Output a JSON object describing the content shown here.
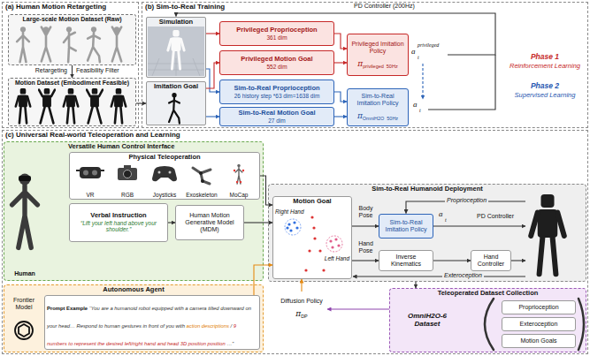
{
  "diagram": {
    "nodes": [
      {
        "text": [
          "(a) Human Motion Retargeting"
        ]
      },
      {
        "text": [
          "Large-scale Motion Dataset (Raw)"
        ],
        "in": 0
      },
      {
        "text": [
          "Motion Dataset (Embodiment Feasible)"
        ],
        "in": 0
      },
      {
        "text": [
          "(b) Sim-to-Real Training"
        ]
      },
      {
        "text": [
          "Simulation"
        ],
        "in": 3
      },
      {
        "text": [
          "Imitation Goal"
        ],
        "in": 3
      },
      {
        "text": [
          "Privileged Proprioception",
          "361 dim"
        ],
        "in": 3
      },
      {
        "text": [
          "Privileged Motion Goal",
          "552 dim"
        ],
        "in": 3
      },
      {
        "text": [
          "Privileged Imitation Policy",
          "π",
          "privileged",
          "50Hz"
        ],
        "in": 3
      },
      {
        "text": [
          "Sim-to-Real Proprioception",
          "26 history step *63 dim=1638 dim"
        ],
        "in": 3
      },
      {
        "text": [
          "Sim-to-Real Motion Goal",
          "27 dim"
        ],
        "in": 3
      },
      {
        "text": [
          "Sim-to-Real Imitation Policy",
          "π",
          "OmniH2O",
          "50Hz"
        ],
        "in": 3
      },
      {
        "text": [
          "(c) Universal Real-world Teleoperation and Learning"
        ]
      },
      {
        "text": [
          "Versatile Human Control Interface"
        ],
        "in": 12
      },
      {
        "text": [
          "Physical Teleoperation",
          "VR",
          "RGB",
          "Joysticks",
          "Exoskeleton",
          "MoCap"
        ],
        "in": 13
      },
      {
        "text": [
          "Verbal Instruction",
          "“Lift your left hand above your shoulder.”"
        ],
        "in": 13
      },
      {
        "text": [
          "Human Motion Generative Model (MDM)"
        ],
        "in": 13
      },
      {
        "text": [
          "Sim-to-Real Humanoid Deployment"
        ],
        "in": 12
      },
      {
        "text": [
          "Motion Goal",
          "Right Hand",
          "Left Hand"
        ],
        "in": 17
      },
      {
        "text": [
          "Sim-to-Real Imitation Policy"
        ],
        "in": 17
      },
      {
        "text": [
          "Inverse Kinematics"
        ],
        "in": 17
      },
      {
        "text": [
          "Hand Controller"
        ],
        "in": 17
      },
      {
        "text": [
          "Autonomous Agent"
        ],
        "in": 12
      },
      {
        "text": [
          "Frontier Model"
        ],
        "in": 22
      },
      {
        "text": [
          "Prompt Example",
          "“You are a humanoid robot equipped with a camera tilted downward on your head… Respond to human gestures in front of you with",
          "action descriptions",
          "/",
          "9 numbers to represent the desired left/right hand and head 3D position position",
          "…”"
        ],
        "in": 22
      },
      {
        "text": [
          "Diffusion Policy",
          "π",
          "DP"
        ],
        "in": 12
      },
      {
        "text": [
          "Teleoperated Dataset Collection"
        ],
        "in": 12
      },
      {
        "text": [
          "OmniH2O-6 Dataset"
        ],
        "in": 26
      },
      {
        "text": [
          "Proprioception"
        ],
        "in": 26
      },
      {
        "text": [
          "Exteroception"
        ],
        "in": 26
      },
      {
        "text": [
          "Motion Goals"
        ],
        "in": 26
      }
    ],
    "edges": [
      {
        "from": 1,
        "to": 2,
        "arrow": "to"
      },
      {
        "from": 2,
        "to": 5,
        "arrow": "to"
      },
      {
        "from": 4,
        "to": 6,
        "arrow": "to"
      },
      {
        "from": 4,
        "to": 9,
        "arrow": "to"
      },
      {
        "from": 5,
        "to": 7,
        "arrow": "to"
      },
      {
        "from": 5,
        "to": 10,
        "arrow": "to"
      },
      {
        "from": 6,
        "to": 8,
        "arrow": "to"
      },
      {
        "from": 7,
        "to": 8,
        "arrow": "to"
      },
      {
        "from": 9,
        "to": 11,
        "arrow": "to"
      },
      {
        "from": 10,
        "to": 11,
        "arrow": "to"
      },
      {
        "from": 14,
        "to": 18,
        "arrow": "to"
      },
      {
        "from": 15,
        "to": 16,
        "arrow": "to"
      },
      {
        "from": 16,
        "to": 18,
        "arrow": "to"
      },
      {
        "from": 18,
        "to": 19,
        "arrow": "to"
      },
      {
        "from": 18,
        "to": 20,
        "arrow": "to"
      },
      {
        "from": 20,
        "to": 21,
        "arrow": "to"
      },
      {
        "from": 24,
        "to": 18,
        "arrow": "to"
      },
      {
        "from": 25,
        "to": 18,
        "arrow": "to"
      },
      {
        "from": 26,
        "to": 25,
        "arrow": "to"
      },
      {
        "from": 17,
        "to": 26,
        "arrow": "to"
      }
    ],
    "labels": [
      "Retargeting",
      "Feasibility Filter",
      "PD Controller (200Hz)",
      "a",
      "t",
      "privileged",
      "a",
      "t",
      "Phase 1",
      "Reinforcement Learning",
      "Phase 2",
      "Supervised Learning",
      "Human",
      "Proprioception",
      "Body Pose",
      "a",
      "t",
      "PD Controller",
      "Hand Pose",
      "Exteroception"
    ]
  }
}
